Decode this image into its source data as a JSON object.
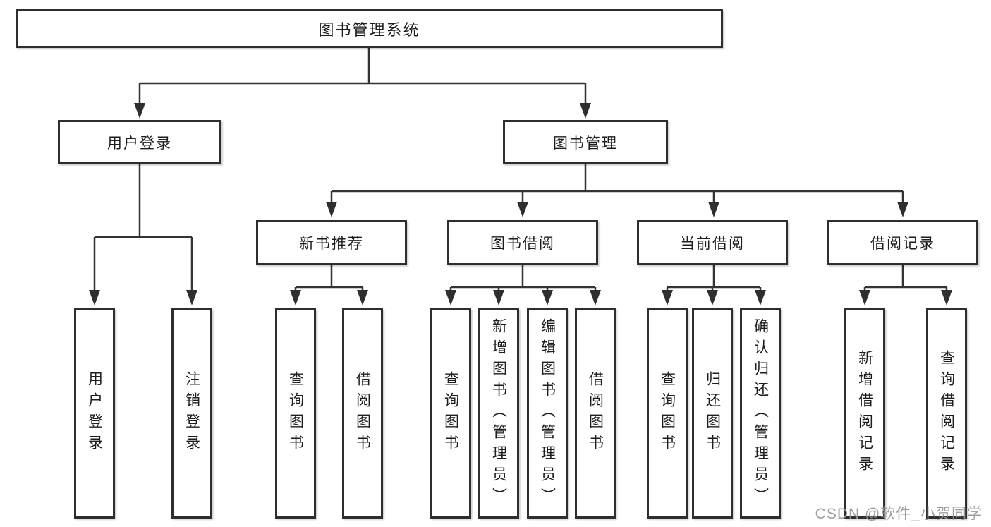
{
  "diagram": {
    "type": "feature-structure-tree",
    "tree": {
      "root": "图书管理系统",
      "children": [
        {
          "label": "用户登录",
          "children": [
            {
              "label": "用户登录"
            },
            {
              "label": "注销登录"
            }
          ]
        },
        {
          "label": "图书管理",
          "children": [
            {
              "label": "新书推荐",
              "children": [
                {
                  "label": "查询图书"
                },
                {
                  "label": "借阅图书"
                }
              ]
            },
            {
              "label": "图书借阅",
              "children": [
                {
                  "label": "查询图书"
                },
                {
                  "label": "新增图书（管理员）"
                },
                {
                  "label": "编辑图书（管理员）"
                },
                {
                  "label": "借阅图书"
                }
              ]
            },
            {
              "label": "当前借阅",
              "children": [
                {
                  "label": "查询图书"
                },
                {
                  "label": "归还图书"
                },
                {
                  "label": "确认归还（管理员）"
                }
              ]
            },
            {
              "label": "借阅记录",
              "children": [
                {
                  "label": "新增借阅记录"
                },
                {
                  "label": "查询借阅记录"
                }
              ]
            }
          ]
        }
      ]
    },
    "colors": {
      "line": "#333333",
      "box_border": "#2e2e2e",
      "box_fill": "#ffffff",
      "text": "#1d1d1f",
      "watermark": "#969698"
    }
  },
  "watermark": "CSDN @软件_小贺同学"
}
